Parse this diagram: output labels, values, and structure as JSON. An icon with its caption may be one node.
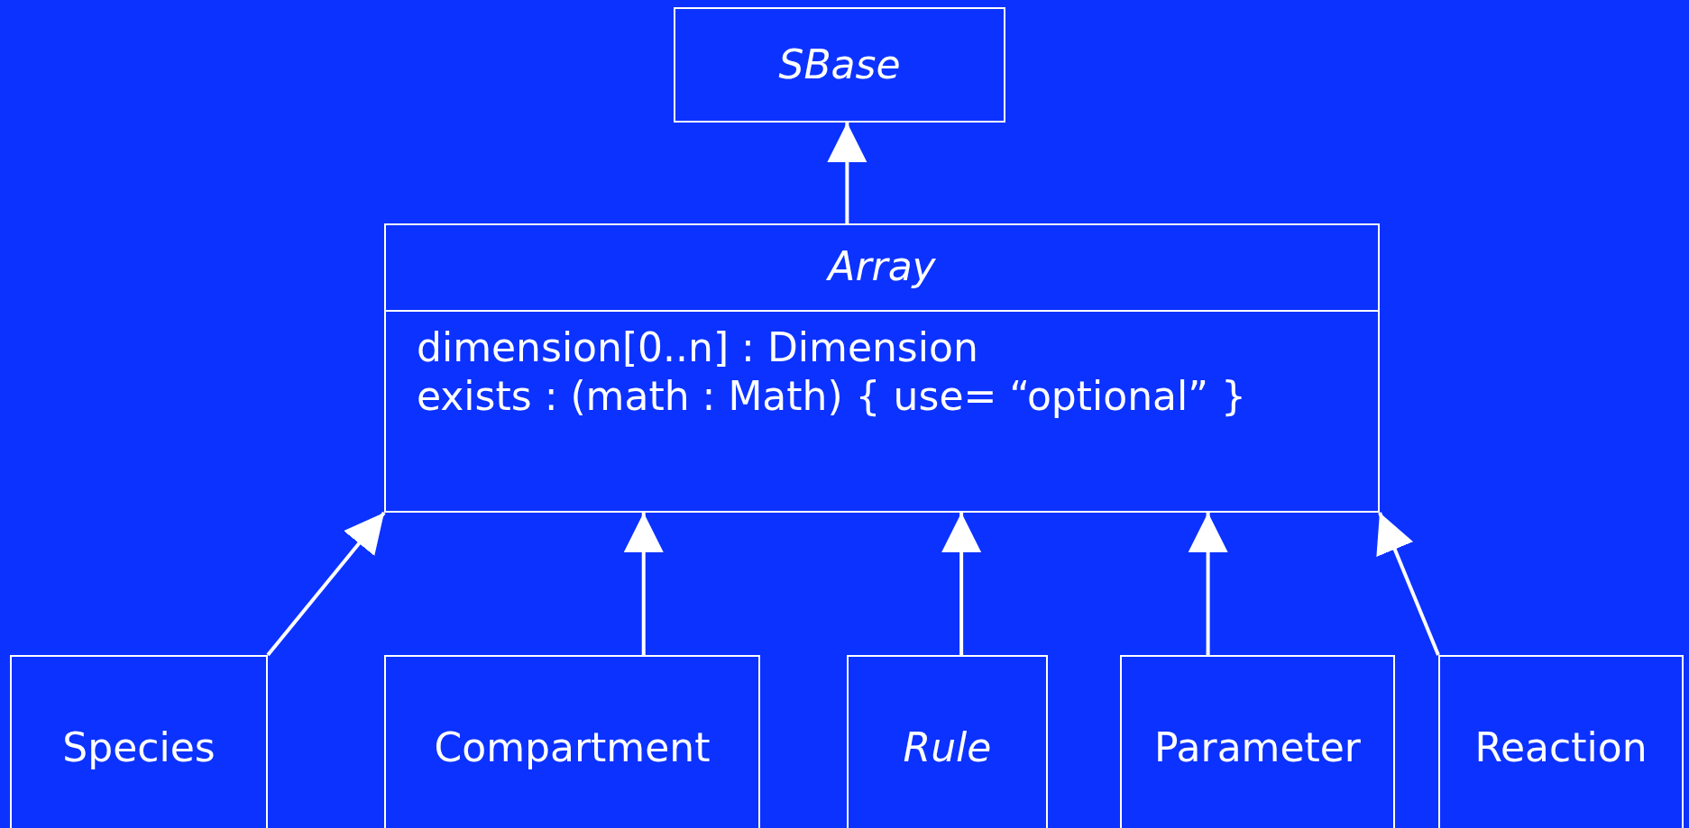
{
  "diagram": {
    "nodes": [
      {
        "text": [
          "SBase"
        ]
      },
      {
        "text": [
          "Array",
          "dimension[0..n] : Dimension",
          "exists : (math : Math) { use= “optional” }"
        ]
      },
      {
        "text": [
          "Species"
        ]
      },
      {
        "text": [
          "Compartment"
        ]
      },
      {
        "text": [
          "Rule"
        ]
      },
      {
        "text": [
          "Parameter"
        ]
      },
      {
        "text": [
          "Reaction"
        ]
      }
    ],
    "edges": [
      {
        "from": 1,
        "to": 0,
        "arrow": "to"
      },
      {
        "from": 2,
        "to": 1,
        "arrow": "to"
      },
      {
        "from": 3,
        "to": 1,
        "arrow": "to"
      },
      {
        "from": 4,
        "to": 1,
        "arrow": "to"
      },
      {
        "from": 5,
        "to": 1,
        "arrow": "to"
      },
      {
        "from": 6,
        "to": 1,
        "arrow": "to"
      }
    ]
  }
}
